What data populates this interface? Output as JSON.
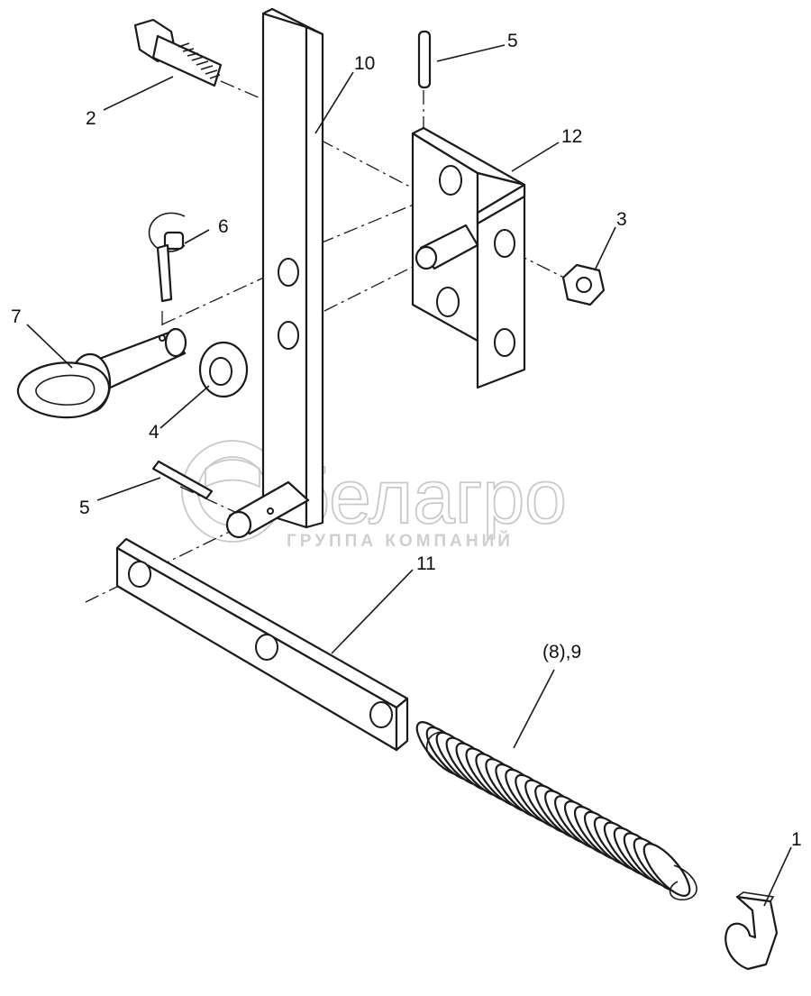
{
  "labels": {
    "n1": "1",
    "n2": "2",
    "n3": "3",
    "n4": "4",
    "n5a": "5",
    "n5b": "5",
    "n6": "6",
    "n7": "7",
    "n10": "10",
    "n11": "11",
    "n12": "12",
    "n89": "(8),9"
  },
  "watermark": {
    "name": "белагро",
    "subtitle": "ГРУППА КОМПАНИЙ"
  }
}
